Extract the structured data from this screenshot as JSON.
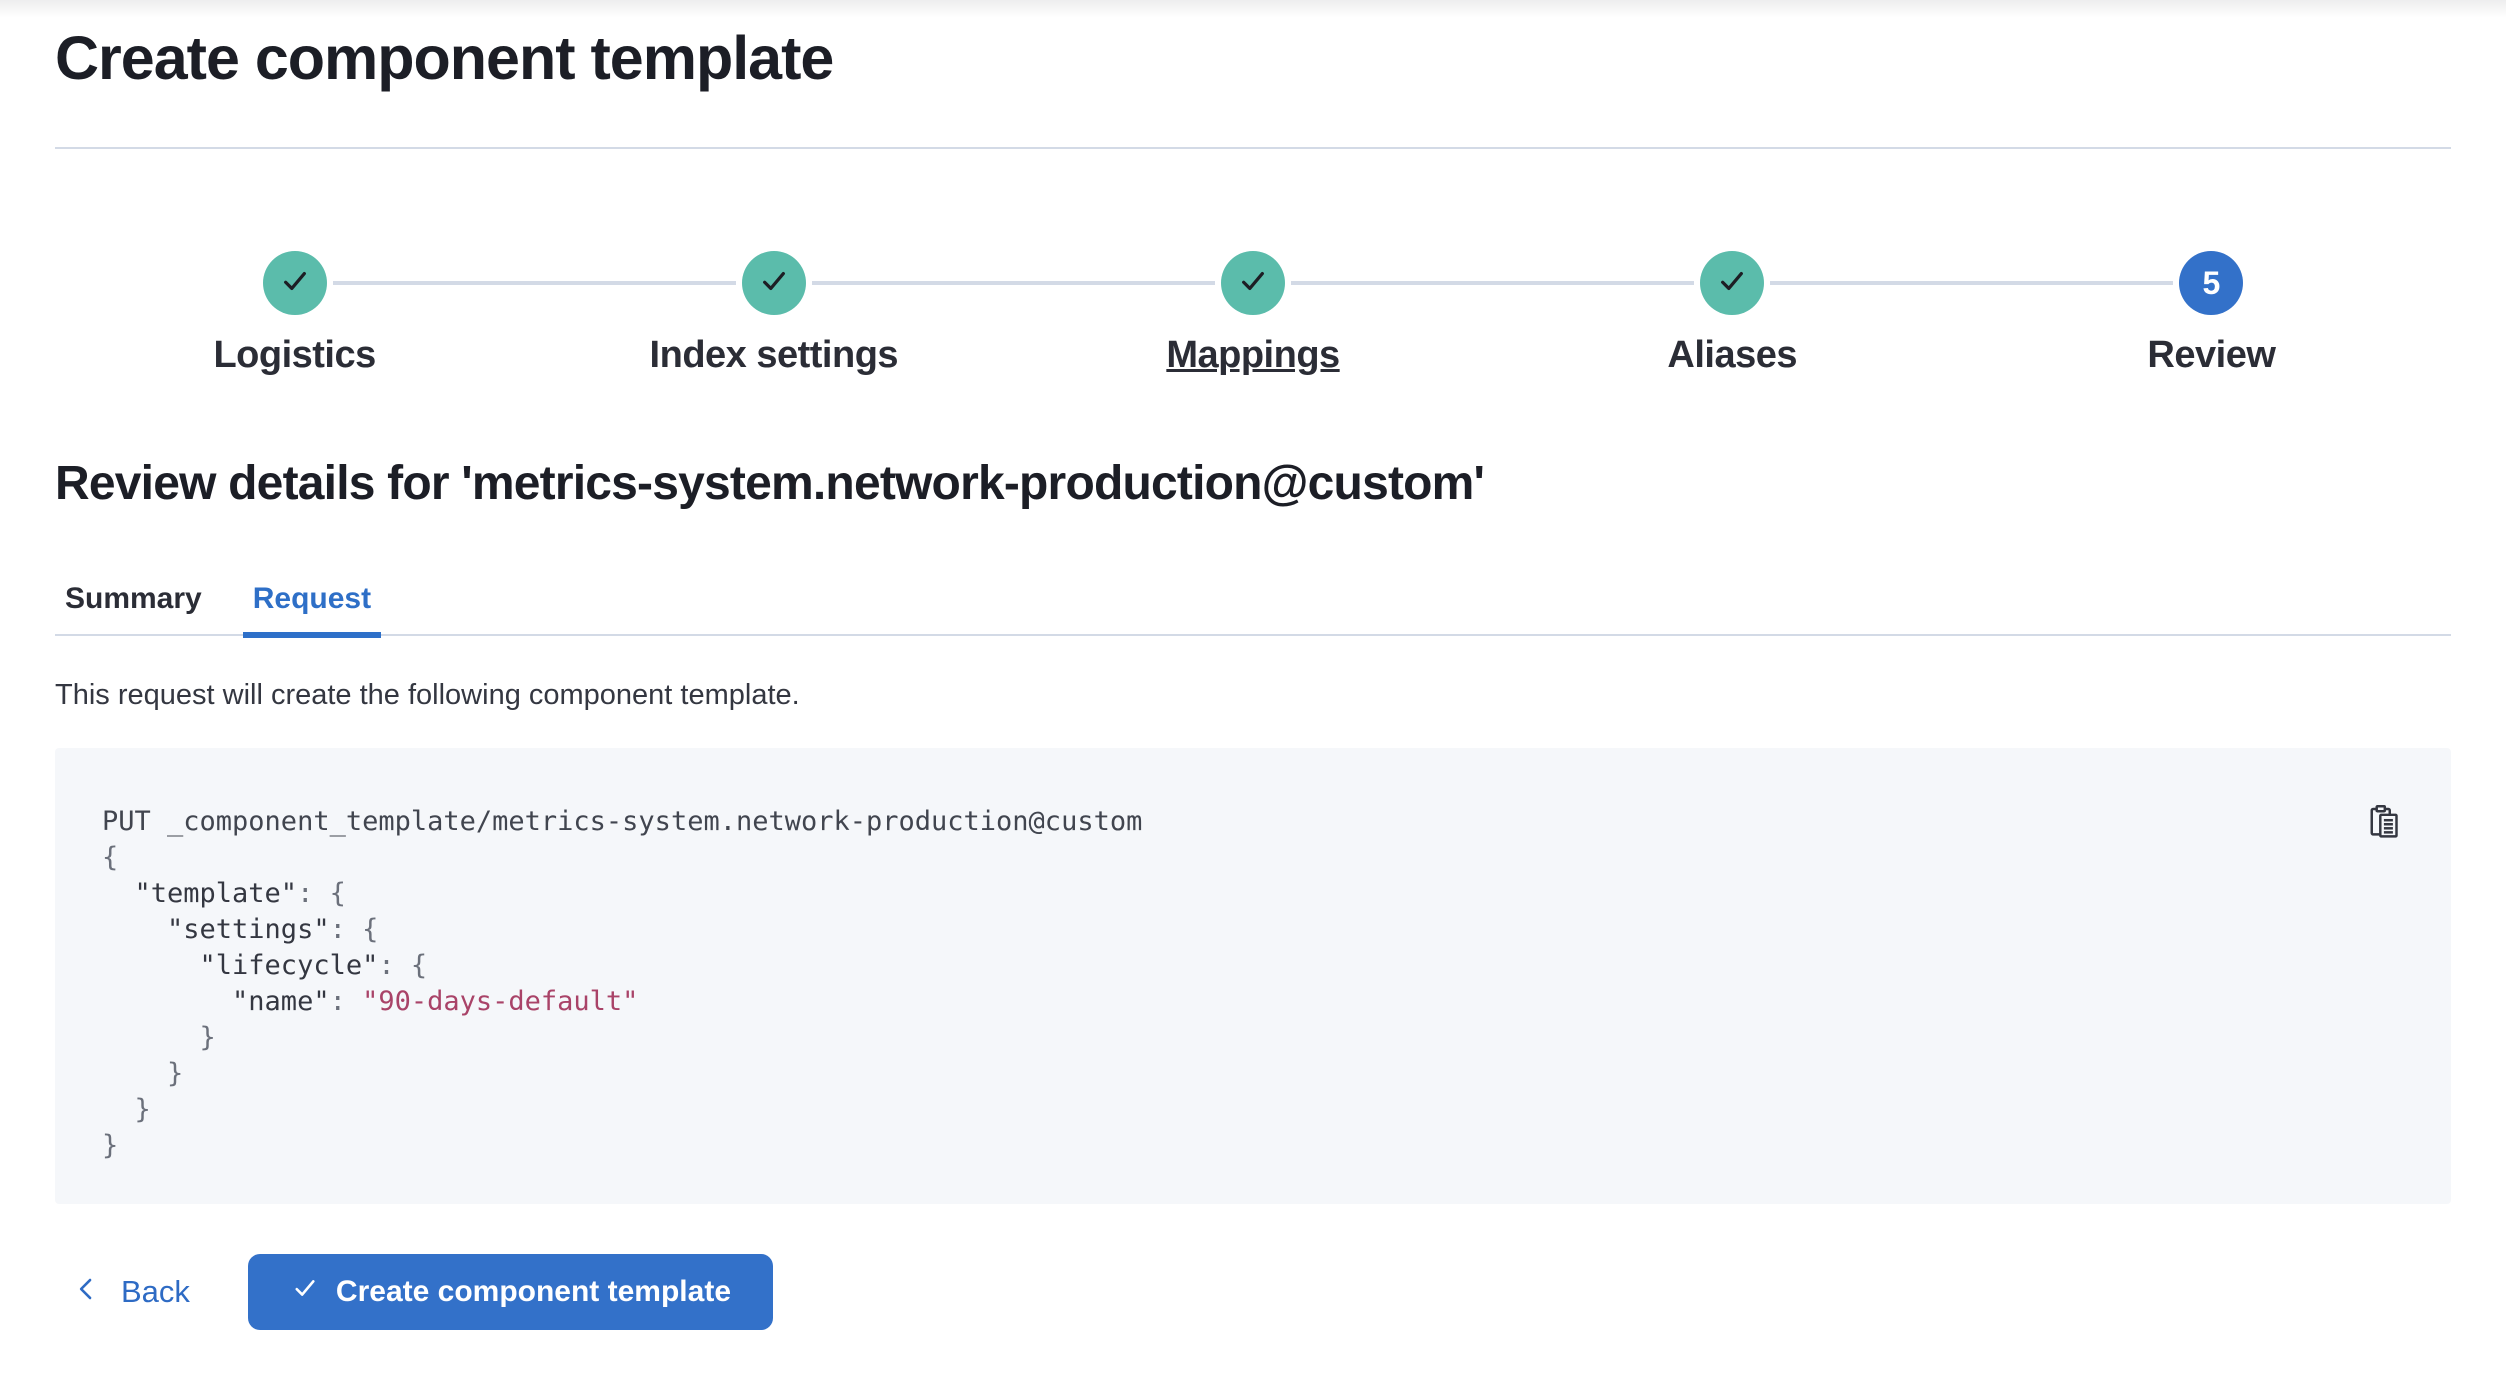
{
  "colors": {
    "primary_blue": "#3371c9",
    "link_blue": "#2e6bc4",
    "active_tab_blue": "#2e70c9",
    "step_complete_teal": "#5bbcab",
    "divider_gray": "#d3dae6",
    "text_dark": "#343741",
    "code_background": "#f5f7fa",
    "code_string_red": "#a94368"
  },
  "header": {
    "title": "Create component template"
  },
  "steps": {
    "items": [
      {
        "label": "Logistics",
        "status": "complete",
        "icon": "check-icon"
      },
      {
        "label": "Index settings",
        "status": "complete",
        "icon": "check-icon"
      },
      {
        "label": "Mappings",
        "status": "complete",
        "icon": "check-icon"
      },
      {
        "label": "Aliases",
        "status": "complete",
        "icon": "check-icon"
      },
      {
        "label": "Review",
        "status": "current",
        "number": "5"
      }
    ]
  },
  "review": {
    "heading": "Review details for 'metrics-system.network-production@custom'",
    "tabs": [
      {
        "label": "Summary",
        "active": false
      },
      {
        "label": "Request",
        "active": true
      }
    ],
    "description": "This request will create the following component template."
  },
  "code": {
    "copy_icon": "copy-clipboard-icon",
    "lines": [
      {
        "a": "PUT _component_template/metrics-system.network-production@custom"
      },
      {
        "a": "{"
      },
      {
        "a": "  \"template\"",
        "b": ": {"
      },
      {
        "a": "    \"settings\"",
        "b": ": {"
      },
      {
        "a": "      \"lifecycle\"",
        "b": ": {"
      },
      {
        "a": "        \"name\"",
        "b": ": ",
        "c": "\"90-days-default\""
      },
      {
        "a": "      }"
      },
      {
        "a": "    }"
      },
      {
        "a": "  }"
      },
      {
        "a": "}"
      }
    ]
  },
  "footer": {
    "back_label": "Back",
    "submit_label": "Create component template"
  }
}
